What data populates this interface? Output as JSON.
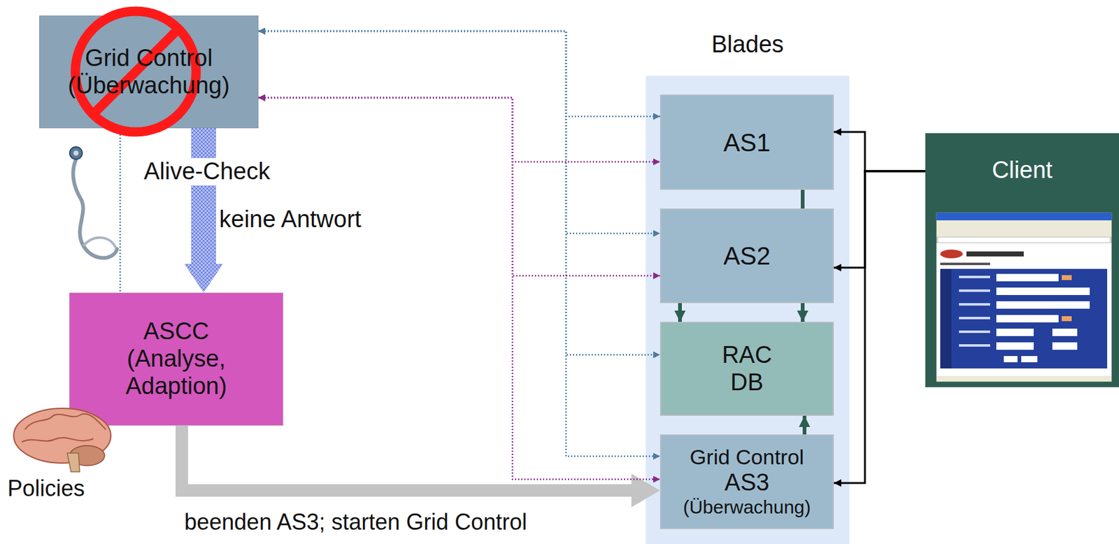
{
  "diagram": {
    "nodes": [
      {
        "text": [
          "Grid Control (Überwachung)"
        ]
      },
      {
        "text": [
          "ASCC (Analyse, Adaption)"
        ]
      },
      {
        "text": [
          "Blades"
        ]
      },
      {
        "text": [
          "AS1"
        ],
        "in": 2
      },
      {
        "text": [
          "AS2"
        ],
        "in": 2
      },
      {
        "text": [
          "RAC DB"
        ],
        "in": 2
      },
      {
        "text": [
          "Grid Control",
          "AS3",
          "(Überwachung)"
        ],
        "in": 2
      },
      {
        "text": [
          "Client"
        ]
      }
    ],
    "edges": [
      {
        "from": 0,
        "to": 1,
        "arrow": "to"
      },
      {
        "from": 0,
        "to": 1,
        "arrow": "none"
      },
      {
        "from": 1,
        "to": 6,
        "arrow": "to",
        "label": "beenden AS3; starten Grid Control"
      },
      {
        "from": 0,
        "to": 3,
        "arrow": "both"
      },
      {
        "from": 0,
        "to": 4,
        "arrow": "both"
      },
      {
        "from": 0,
        "to": 5,
        "arrow": "both"
      },
      {
        "from": 0,
        "to": 6,
        "arrow": "both"
      },
      {
        "from": 0,
        "to": 3,
        "arrow": "both"
      },
      {
        "from": 0,
        "to": 4,
        "arrow": "both"
      },
      {
        "from": 0,
        "to": 6,
        "arrow": "both"
      },
      {
        "from": 3,
        "to": 4,
        "arrow": "none"
      },
      {
        "from": 4,
        "to": 5,
        "arrow": "to"
      },
      {
        "from": 4,
        "to": 5,
        "arrow": "to"
      },
      {
        "from": 6,
        "to": 5,
        "arrow": "to"
      },
      {
        "from": 7,
        "to": 3,
        "arrow": "to"
      },
      {
        "from": 7,
        "to": 4,
        "arrow": "to"
      },
      {
        "from": 7,
        "to": 6,
        "arrow": "to"
      }
    ],
    "labels": [
      "Alive-Check",
      "keine Antwort",
      "Policies"
    ]
  }
}
